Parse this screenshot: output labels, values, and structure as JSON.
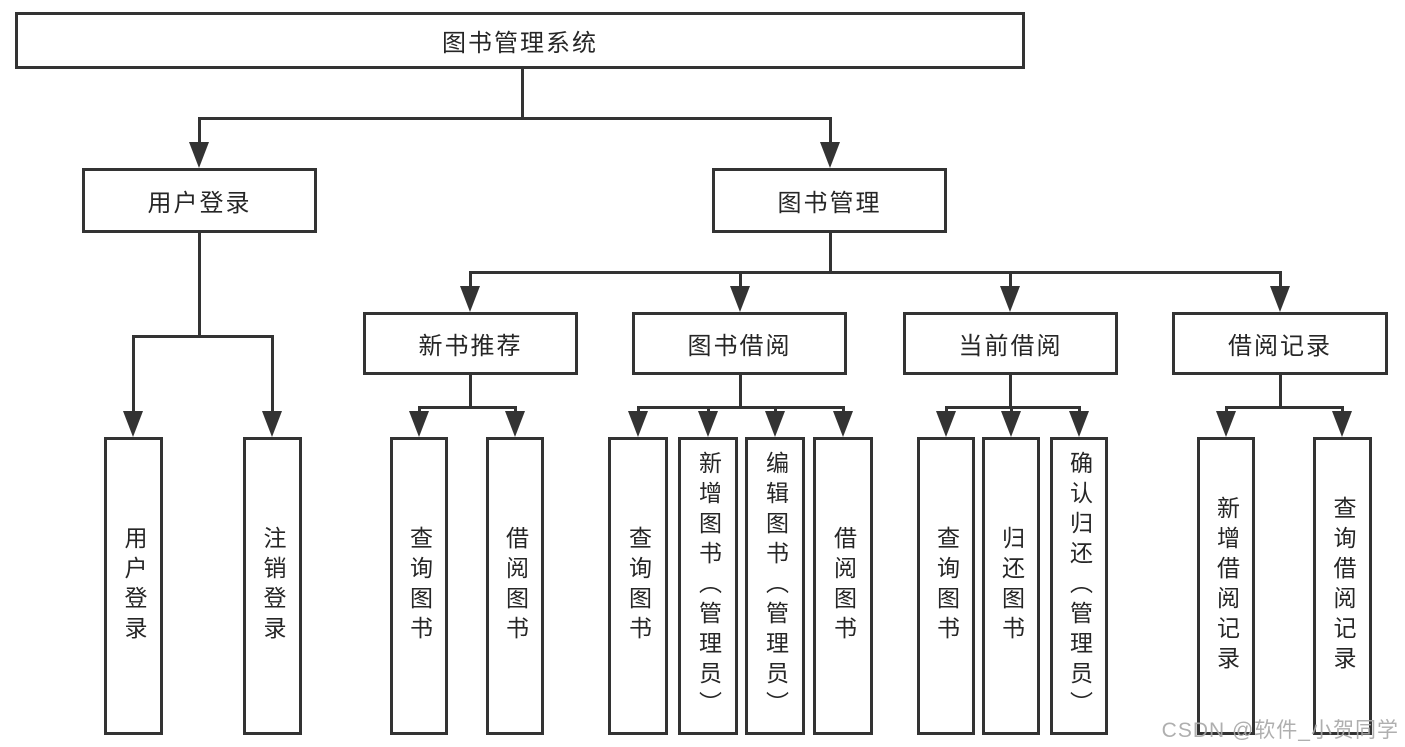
{
  "tree": {
    "root": {
      "label": "图书管理系统"
    },
    "branches": [
      {
        "label": "用户登录",
        "children": [
          {
            "label": "用户登录"
          },
          {
            "label": "注销登录"
          }
        ]
      },
      {
        "label": "图书管理",
        "groups": [
          {
            "label": "新书推荐",
            "children": [
              {
                "label": "查询图书"
              },
              {
                "label": "借阅图书"
              }
            ]
          },
          {
            "label": "图书借阅",
            "children": [
              {
                "label": "查询图书"
              },
              {
                "label": "新增图书（管理员）"
              },
              {
                "label": "编辑图书（管理员）"
              },
              {
                "label": "借阅图书"
              }
            ]
          },
          {
            "label": "当前借阅",
            "children": [
              {
                "label": "查询图书"
              },
              {
                "label": "归还图书"
              },
              {
                "label": "确认归还（管理员）"
              }
            ]
          },
          {
            "label": "借阅记录",
            "children": [
              {
                "label": "新增借阅记录"
              },
              {
                "label": "查询借阅记录"
              }
            ]
          }
        ]
      }
    ]
  },
  "watermark": {
    "text": "CSDN @软件_小贺同学"
  },
  "colors": {
    "line": "#333333",
    "border": "#333333",
    "text": "#262626",
    "background": "#ffffff",
    "watermark": "#a8a8a8"
  }
}
